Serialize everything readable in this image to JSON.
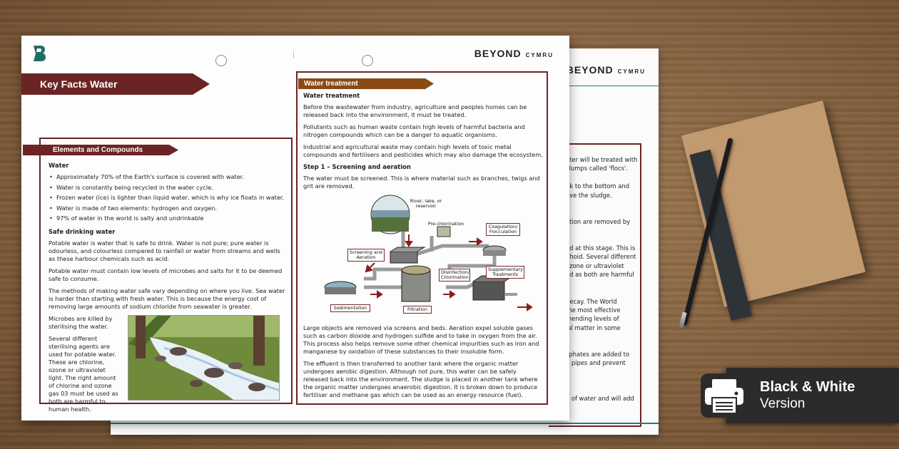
{
  "brand": {
    "name": "BEYOND",
    "suffix": "CYMRU"
  },
  "front": {
    "title": "Key Facts Water",
    "left": {
      "heading": "Elements and Compounds",
      "water_title": "Water",
      "bullets": [
        "Approximately 70% of the Earth's surface is covered with water.",
        "Water is constantly being recycled in the water cycle.",
        "Frozen water (ice) is lighter than liquid water, which is why ice floats in water.",
        "Water is made of two elements: hydrogen and oxygen.",
        "97% of water in the world is salty and undrinkable"
      ],
      "safe_title": "Safe drinking water",
      "p1": "Potable water is water that is safe to drink. Water is not pure; pure water is odourless, and colourless compared to rainfall or water from streams and wells as these harbour chemicals such as acid.",
      "p2": "Potable water must contain low levels of microbes and salts for it to be deemed safe to consume.",
      "p3": "The methods of making water safe vary depending on where you live. Sea water is harder than starting with fresh water. This is because the energy cost of removing large amounts of sodium chloride from seawater is greater.",
      "p4": "Microbes are killed by sterilising the water.",
      "p5": "Several different sterilising agents are used for potable water. These are chlorine, ozone or ultraviolet light. The right amount of chlorine and ozone gas 03 must be used as both are harmful to human health."
    },
    "mid": {
      "heading": "Water treatment",
      "title": "Water treatment",
      "p1": "Before the wastewater from industry, agriculture and peoples homes can be released back into the  environment, it must be treated.",
      "p2": "Pollutants such as human waste contain high levels of harmful bacteria and nitrogen compounds which  can be a danger to aquatic organisms.",
      "p3": "Industrial and agricultural waste may contain high levels of toxic metal compounds and fertilisers and pesticides which may also damage the ecosystem.",
      "step1": "Step 1 –   Screening and aeration",
      "p4": "The water must be screened. This is where material such as branches, twigs and grit are removed.",
      "diagram": {
        "river": "River, lake, or reservoir",
        "prechlor": "Pre-chlorination",
        "coag": "Coagulation/ Flocculation",
        "screening": "Screening and Aeration",
        "disinfect": "Disinfection/ Chlorination",
        "supp": "Supplementary Treatments",
        "sediment": "Sedimentation",
        "filtration": "Filtration"
      },
      "p5": "Large objects are removed via screens and beds. Aeration expel soluble gases such as carbon dioxide and hydrogen sulfide and to take in oxygen from the air. This process also helps remove some other chemical impurities such as iron and manganese by oxidation of these substances to their insoluble form.",
      "p6": "The effluent is then transferred to another tank where the organic matter undergoes aerobic  digestion. Although not pure, this water can be  safely released back into the environment. The sludge  is placed in another tank where the organic matter undergoes anaerobic digestion. It is broken down to  produce fertiliser and methane gas which can be used  as an energy resource (fuel)."
    }
  },
  "back": {
    "lines": [
      "ater will be treated with",
      "clumps called 'flocs'.",
      "",
      "nk to the bottom and",
      "ove the sludge.",
      "",
      "",
      "ation are removed by",
      "",
      "",
      "ed at this stage. This is",
      "phoid. Several different",
      " ozone or ultraviolet",
      "ed as both are harmful",
      "",
      "",
      "decay. The World",
      " the most effective",
      "mending levels of",
      "ial matter in some",
      "",
      "",
      "sphates are added to",
      "e pipes and prevent",
      "",
      "",
      "",
      "e of water and will add"
    ]
  },
  "badge": {
    "line1": "Black & White",
    "line2": "Version"
  },
  "colors": {
    "maroon": "#6b2424",
    "brown": "#8a4a16",
    "teal": "#2a7a6e"
  }
}
